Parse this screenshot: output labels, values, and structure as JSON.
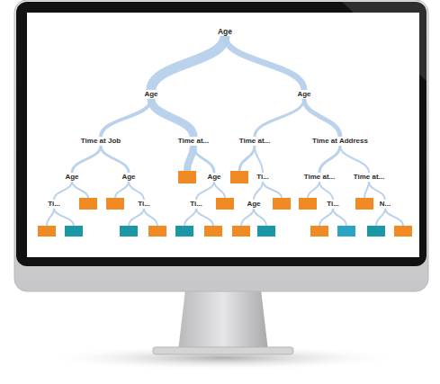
{
  "diagram": {
    "nodes": [
      {
        "text": [
          "Age"
        ]
      },
      {
        "text": [
          "Age"
        ]
      },
      {
        "text": [
          "Age"
        ]
      },
      {
        "text": [
          "Time at Job"
        ]
      },
      {
        "text": [
          "Time at..."
        ]
      },
      {
        "text": [
          "Time at..."
        ]
      },
      {
        "text": [
          "Time at Address"
        ]
      },
      {
        "text": [
          "Age"
        ]
      },
      {
        "text": [
          "Age"
        ]
      },
      {
        "text": [
          "Age"
        ]
      },
      {
        "text": [
          "Ti..."
        ]
      },
      {
        "text": [
          "Time at..."
        ]
      },
      {
        "text": [
          "Time at..."
        ]
      },
      {
        "text": [
          "Ti..."
        ]
      },
      {
        "text": [
          "Ti..."
        ]
      },
      {
        "text": [
          "Ti..."
        ]
      },
      {
        "text": [
          "Age"
        ]
      },
      {
        "text": [
          "Ti..."
        ]
      },
      {
        "text": [
          "N..."
        ]
      }
    ],
    "edges": [
      {
        "from": 0,
        "to": 1,
        "arrow": "none"
      },
      {
        "from": 0,
        "to": 2,
        "arrow": "none"
      },
      {
        "from": 1,
        "to": 3,
        "arrow": "none"
      },
      {
        "from": 1,
        "to": 4,
        "arrow": "none"
      },
      {
        "from": 2,
        "to": 5,
        "arrow": "none"
      },
      {
        "from": 2,
        "to": 6,
        "arrow": "none"
      },
      {
        "from": 3,
        "to": 7,
        "arrow": "none"
      },
      {
        "from": 3,
        "to": 8,
        "arrow": "none"
      },
      {
        "from": 4,
        "to": 9,
        "arrow": "none"
      },
      {
        "from": 5,
        "to": 10,
        "arrow": "none"
      },
      {
        "from": 6,
        "to": 11,
        "arrow": "none"
      },
      {
        "from": 6,
        "to": 12,
        "arrow": "none"
      },
      {
        "from": 7,
        "to": 13,
        "arrow": "none"
      },
      {
        "from": 8,
        "to": 14,
        "arrow": "none"
      },
      {
        "from": 9,
        "to": 15,
        "arrow": "none"
      },
      {
        "from": 10,
        "to": 16,
        "arrow": "none"
      },
      {
        "from": 11,
        "to": 17,
        "arrow": "none"
      },
      {
        "from": 12,
        "to": 18,
        "arrow": "none"
      }
    ]
  }
}
